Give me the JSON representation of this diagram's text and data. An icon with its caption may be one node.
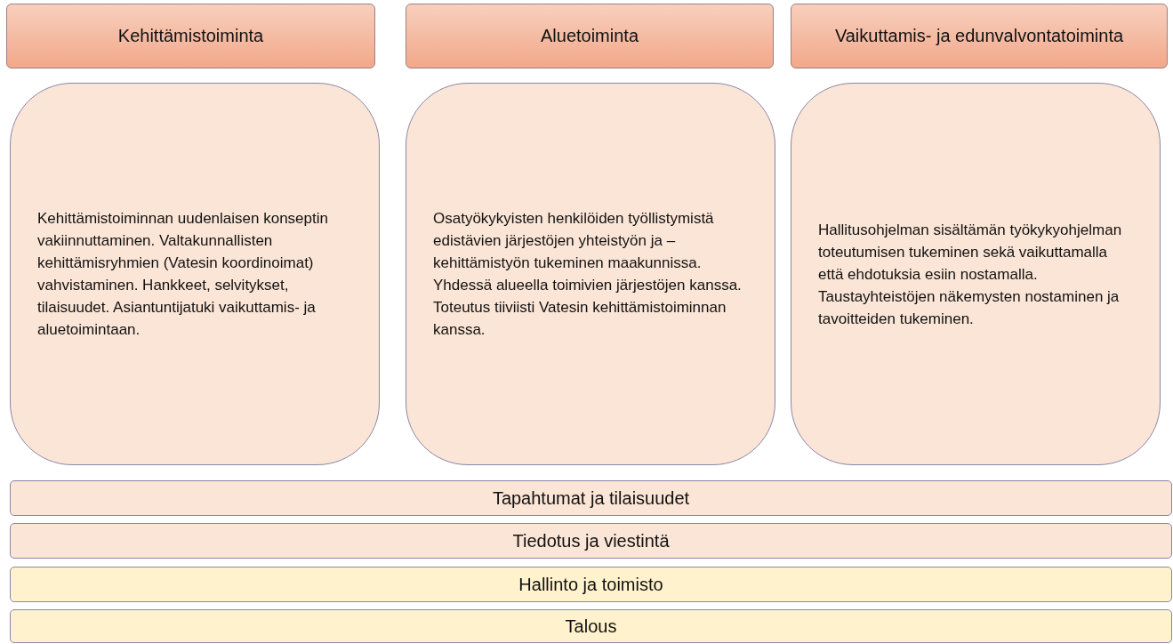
{
  "diagram": {
    "nodes": [
      {
        "text": [
          "Kehittämistoiminta"
        ]
      },
      {
        "text": [
          "Aluetoiminta"
        ]
      },
      {
        "text": [
          "Vaikuttamis- ja edunvalvontatoiminta"
        ]
      },
      {
        "text": [
          "Kehittämistoiminnan uudenlaisen konseptin vakiinnuttaminen. Valtakunnallisten kehittämisryhmien (Vatesin koordinoimat) vahvistaminen. Hankkeet, selvitykset, tilaisuudet. Asiantuntijatuki vaikuttamis- ja aluetoimintaan."
        ]
      },
      {
        "text": [
          "Osatyökykyisten henkilöiden työllistymistä edistävien järjestöjen yhteistyön ja –kehittämistyön tukeminen maakunnissa. Yhdessä alueella toimivien järjestöjen kanssa. Toteutus tiiviisti Vatesin kehittämistoiminnan kanssa."
        ]
      },
      {
        "text": [
          "Hallitusohjelman sisältämän työkykyohjelman toteutumisen tukeminen sekä vaikuttamalla että ehdotuksia esiin nostamalla. Taustayhteistöjen näkemysten nostaminen ja tavoitteiden tukeminen."
        ]
      },
      {
        "text": [
          "Tapahtumat ja tilaisuudet"
        ]
      },
      {
        "text": [
          "Tiedotus ja viestintä"
        ]
      },
      {
        "text": [
          "Hallinto ja toimisto"
        ]
      },
      {
        "text": [
          "Talous"
        ]
      }
    ]
  }
}
